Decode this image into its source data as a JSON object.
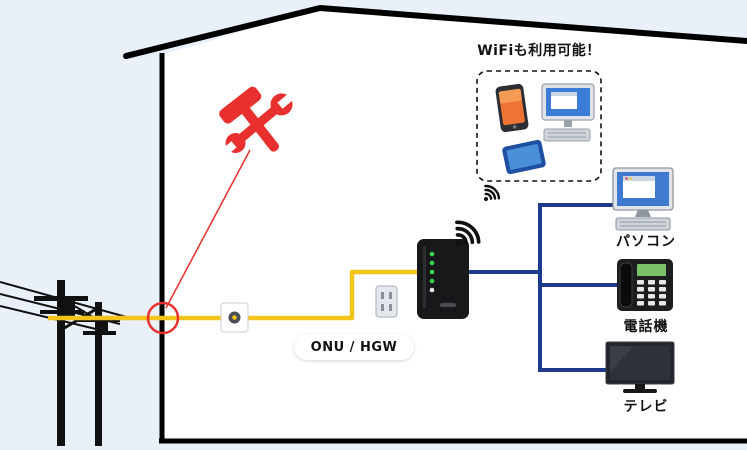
{
  "callout": {
    "text": "WiFiも利用可能！"
  },
  "onu": {
    "label": "ONU / HGW"
  },
  "devices": [
    {
      "name": "pc",
      "label": "パソコン"
    },
    {
      "name": "phone",
      "label": "電話機"
    },
    {
      "name": "tv",
      "label": "テレビ"
    }
  ],
  "icons": [
    "utility-pole-icon",
    "repair-tools-icon",
    "optical-outlet-icon",
    "power-outlet-icon",
    "onu-router-icon",
    "wifi-signal-icon",
    "smartphone-icon",
    "desktop-pc-icon",
    "tablet-icon",
    "telephone-icon",
    "tv-icon"
  ],
  "colors": {
    "background": "#e9f0f8",
    "house_fill": "#ffffff",
    "outline": "#000000",
    "fiber_cable": "#f2c41c",
    "lan_cable": "#1e3a8c",
    "alert_red": "#e8302e"
  }
}
